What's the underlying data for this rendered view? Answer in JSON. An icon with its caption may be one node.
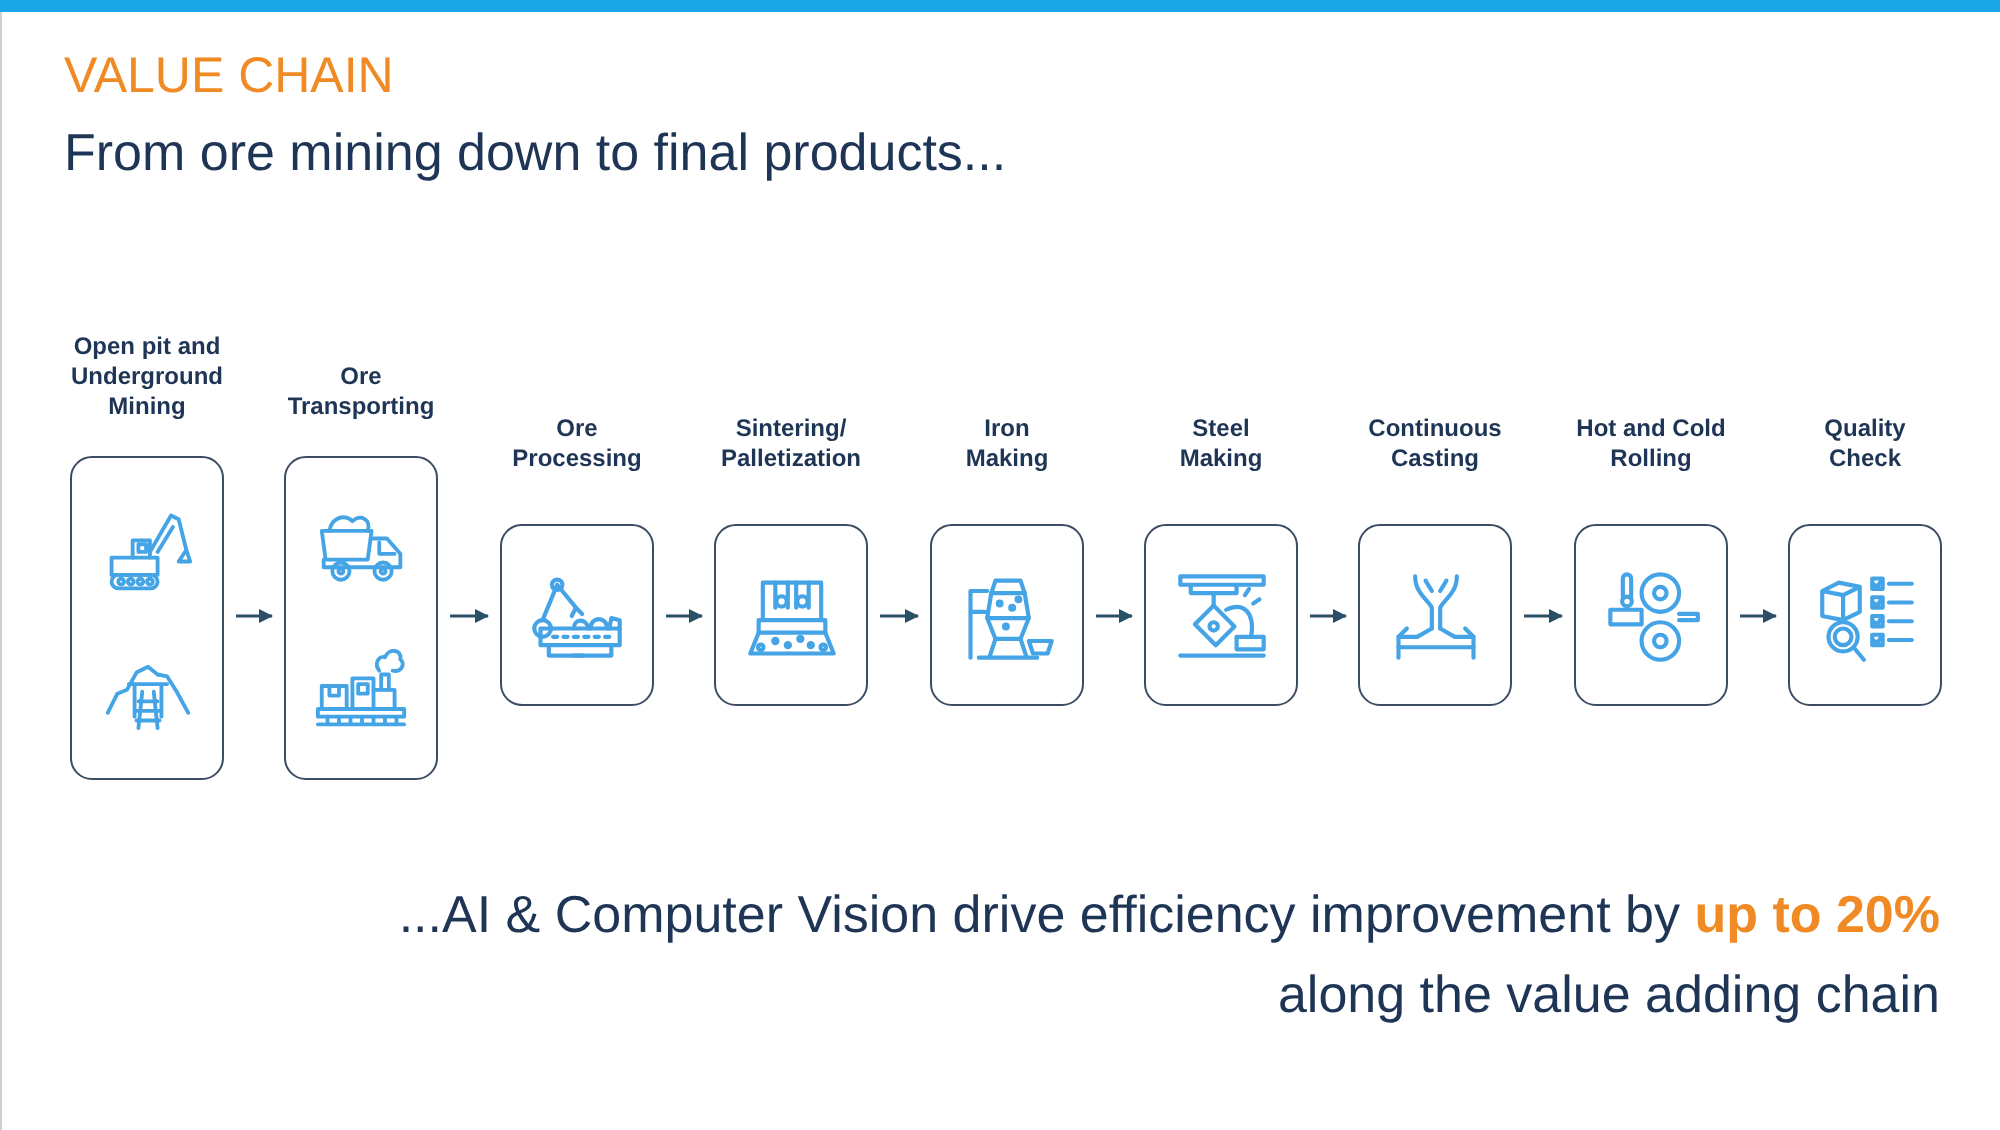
{
  "diagram": {
    "title": "VALUE CHAIN",
    "nodes": [
      {
        "text": [
          "Open pit and Underground Mining"
        ]
      },
      {
        "text": [
          "Ore Transporting"
        ]
      },
      {
        "text": [
          "Ore Processing"
        ]
      },
      {
        "text": [
          "Sintering/ Palletization"
        ]
      },
      {
        "text": [
          "Iron Making"
        ]
      },
      {
        "text": [
          "Steel Making"
        ]
      },
      {
        "text": [
          "Continuous Casting"
        ]
      },
      {
        "text": [
          "Hot and Cold Rolling"
        ]
      },
      {
        "text": [
          "Quality Check"
        ]
      }
    ],
    "edges": [
      {
        "from": 0,
        "to": 1,
        "arrow": "to"
      },
      {
        "from": 1,
        "to": 2,
        "arrow": "to"
      },
      {
        "from": 2,
        "to": 3,
        "arrow": "to"
      },
      {
        "from": 3,
        "to": 4,
        "arrow": "to"
      },
      {
        "from": 4,
        "to": 5,
        "arrow": "to"
      },
      {
        "from": 5,
        "to": 6,
        "arrow": "to"
      },
      {
        "from": 6,
        "to": 7,
        "arrow": "to"
      },
      {
        "from": 7,
        "to": 8,
        "arrow": "to"
      }
    ],
    "labels": [
      "From ore mining down to final products...",
      "...AI & Computer Vision drive efficiency improvement by **up to 20%**",
      "along the value adding chain"
    ]
  }
}
